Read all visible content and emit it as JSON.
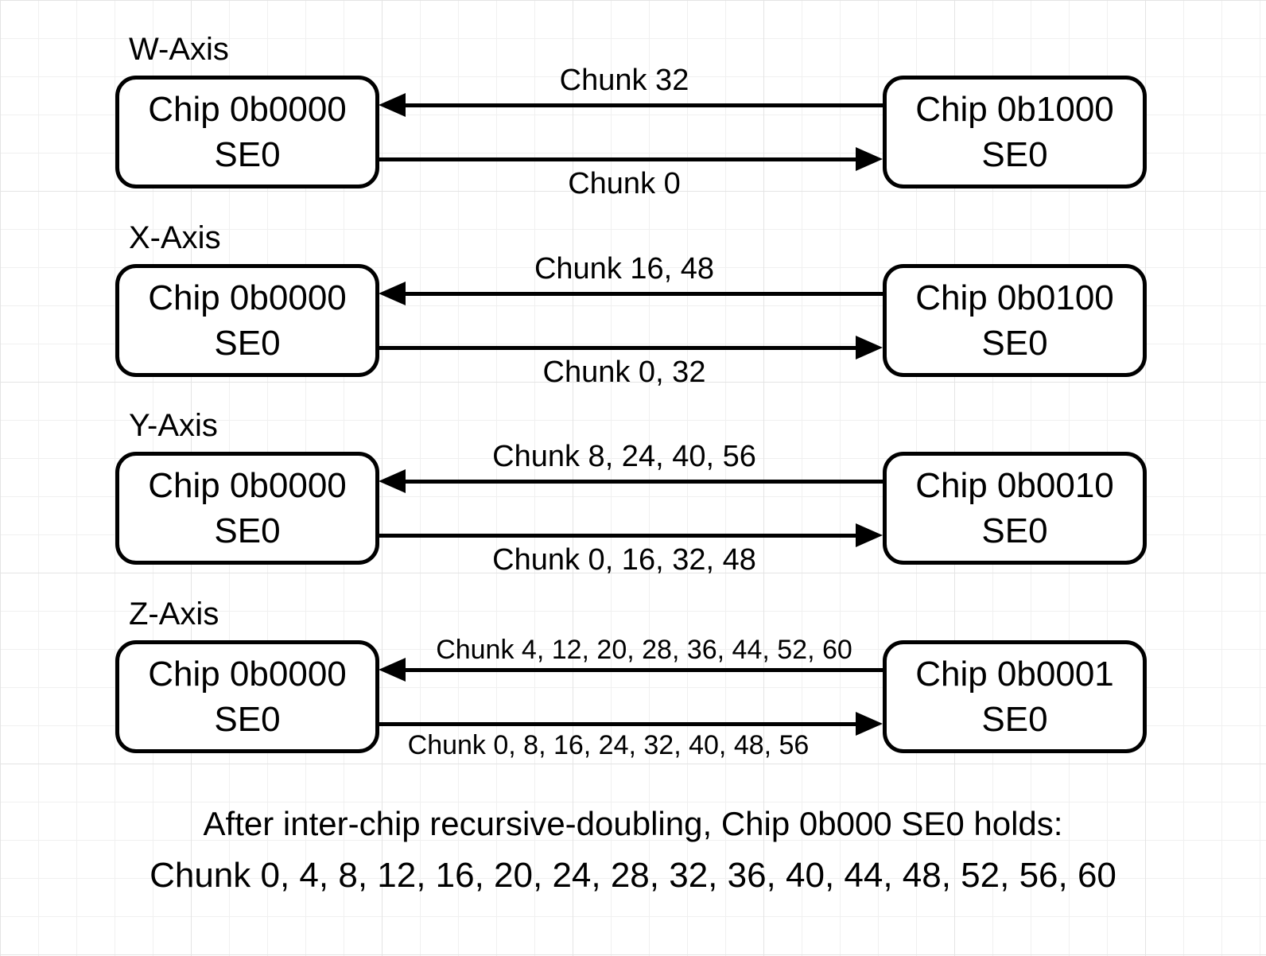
{
  "diagram": {
    "rows": [
      {
        "axis_label": "W-Axis",
        "left_chip_line1": "Chip 0b0000",
        "left_chip_line2": "SE0",
        "right_chip_line1": "Chip 0b1000",
        "right_chip_line2": "SE0",
        "recv_label": "Chunk 32",
        "send_label": "Chunk 0"
      },
      {
        "axis_label": "X-Axis",
        "left_chip_line1": "Chip 0b0000",
        "left_chip_line2": "SE0",
        "right_chip_line1": "Chip 0b0100",
        "right_chip_line2": "SE0",
        "recv_label": "Chunk 16, 48",
        "send_label": "Chunk 0, 32"
      },
      {
        "axis_label": "Y-Axis",
        "left_chip_line1": "Chip 0b0000",
        "left_chip_line2": "SE0",
        "right_chip_line1": "Chip 0b0010",
        "right_chip_line2": "SE0",
        "recv_label": "Chunk 8, 24, 40, 56",
        "send_label": "Chunk 0, 16, 32, 48"
      },
      {
        "axis_label": "Z-Axis",
        "left_chip_line1": "Chip 0b0000",
        "left_chip_line2": "SE0",
        "right_chip_line1": "Chip 0b0001",
        "right_chip_line2": "SE0",
        "recv_label": "Chunk 4, 12, 20, 28, 36, 44, 52, 60",
        "send_label": "Chunk 0, 8, 16, 24, 32, 40, 48, 56"
      }
    ],
    "footer_line1": "After inter-chip recursive-doubling, Chip 0b000 SE0 holds:",
    "footer_line2": "Chunk 0, 4, 8, 12, 16, 20, 24, 28, 32, 36, 40, 44, 48, 52, 56, 60",
    "colors": {
      "stroke": "#000000",
      "background": "#ffffff",
      "grid_minor": "#f0f0f0",
      "grid_major": "#e4e4e4"
    }
  }
}
